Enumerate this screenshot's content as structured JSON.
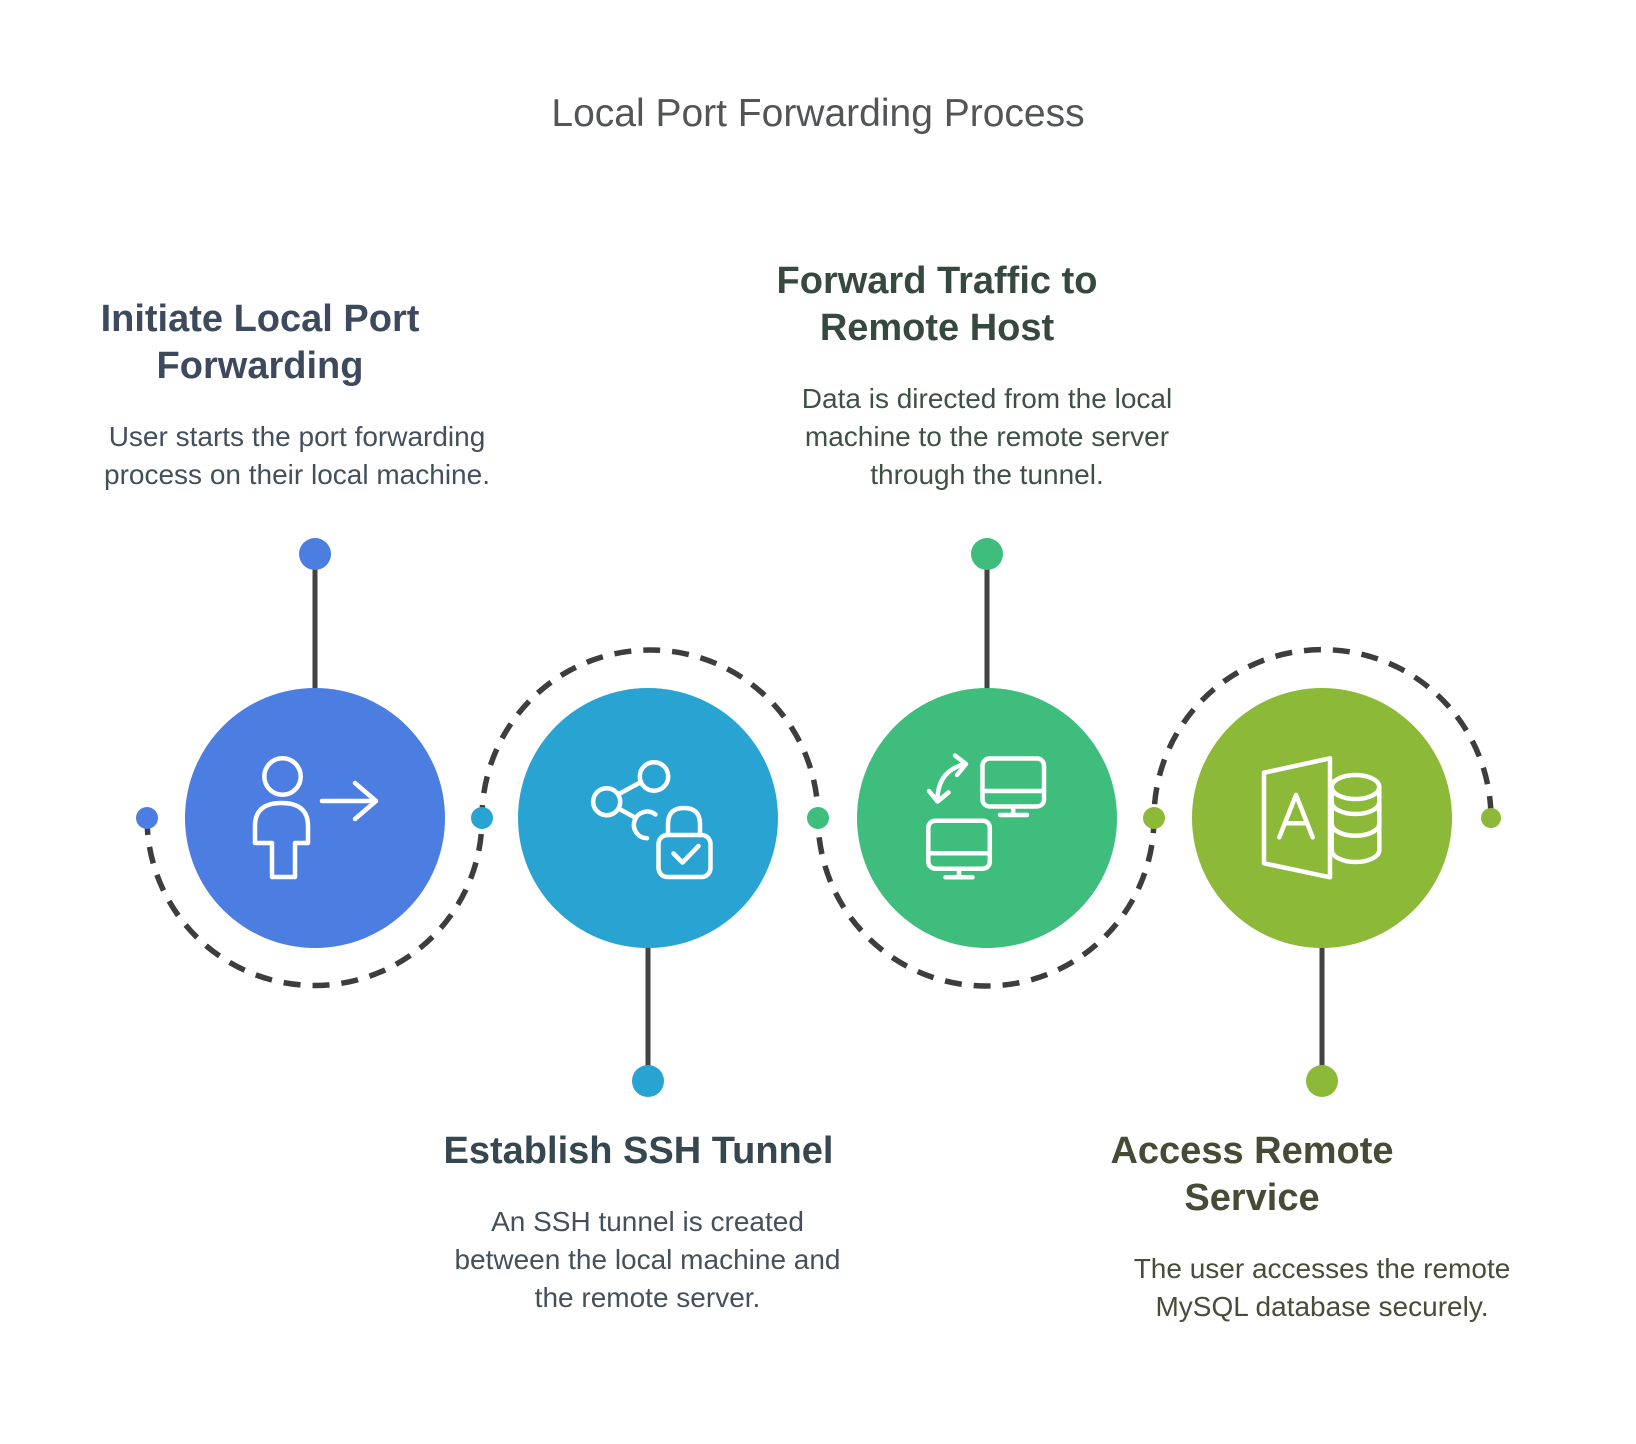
{
  "title": "Local Port Forwarding Process",
  "colors": {
    "background": "#ffffff",
    "main_title": "#525456",
    "dash": "#3d3d3d",
    "connector": "#424242",
    "icon_stroke": "#ffffff"
  },
  "steps": [
    {
      "id": 1,
      "title_lines": [
        "Initiate Local Port",
        "Forwarding"
      ],
      "description_lines": [
        "User starts the port forwarding",
        "process on their local machine."
      ],
      "color": "#4c7de1",
      "title_color": "#3d4a5e",
      "desc_color": "#444f5c",
      "icon": "user-arrow-icon"
    },
    {
      "id": 2,
      "title_lines": [
        "Establish SSH Tunnel"
      ],
      "description_lines": [
        "An SSH tunnel is created",
        "between the local machine and",
        "the remote server."
      ],
      "color": "#29a4d2",
      "title_color": "#36474f",
      "desc_color": "#45505a",
      "icon": "share-lock-icon"
    },
    {
      "id": 3,
      "title_lines": [
        "Forward Traffic to",
        "Remote Host"
      ],
      "description_lines": [
        "Data is directed from the local",
        "machine to the remote server",
        "through the tunnel."
      ],
      "color": "#3ebd7d",
      "title_color": "#35493e",
      "desc_color": "#3f5045",
      "icon": "monitors-sync-icon"
    },
    {
      "id": 4,
      "title_lines": [
        "Access Remote",
        "Service"
      ],
      "description_lines": [
        "The user accesses the remote",
        "MySQL database securely."
      ],
      "color": "#8cba38",
      "title_color": "#464b36",
      "desc_color": "#484d3a",
      "icon": "access-database-icon"
    }
  ]
}
